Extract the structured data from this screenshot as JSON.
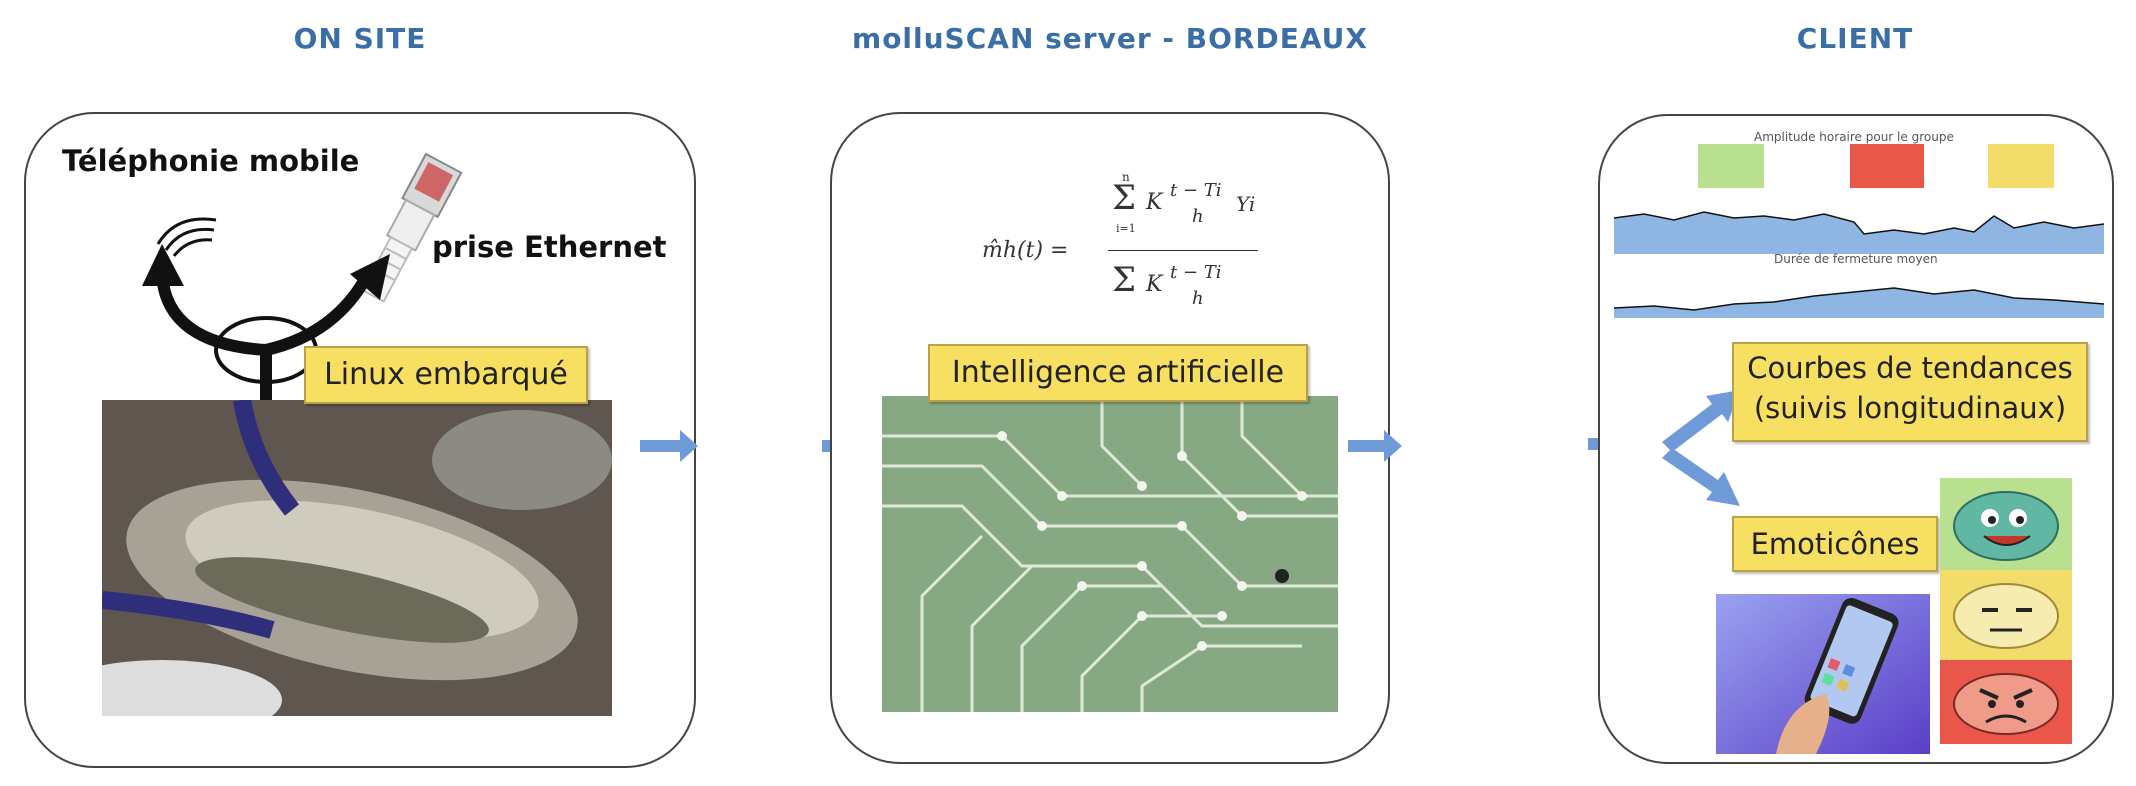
{
  "columns": {
    "on_site": "ON SITE",
    "server": "molluSCAN server - BORDEAUX",
    "client": "CLIENT"
  },
  "on_site": {
    "mobile_label": "Téléphonie mobile",
    "ethernet_label": "prise Ethernet",
    "linux_label": "Linux embarqué"
  },
  "server": {
    "formula_lhs": "m̂h(t) =",
    "formula_kernel": "K",
    "formula_num": "t − Ti",
    "formula_den": "h",
    "formula_yi": "Yi",
    "formula_sum_top": "n",
    "formula_sum_bottom": "i=1",
    "ai_label": "Intelligence artificielle"
  },
  "client": {
    "chart1_title": "Amplitude horaire pour le groupe",
    "chart2_title": "Durée de fermeture moyen",
    "trend_label_line1": "Courbes de tendances",
    "trend_label_line2": "(suivis longitudinaux)",
    "emoticons_label": "Emoticônes"
  },
  "colors": {
    "title_blue": "#3a6ea5",
    "arrow_blue": "#6e9bd8",
    "label_yellow": "#f7df62",
    "chart_fill": "#8fb6e3",
    "circuit_green": "#8fb08a",
    "emoji_green": "#b8e08e",
    "emoji_yellow": "#f2dc6a",
    "emoji_red": "#e8574a"
  }
}
